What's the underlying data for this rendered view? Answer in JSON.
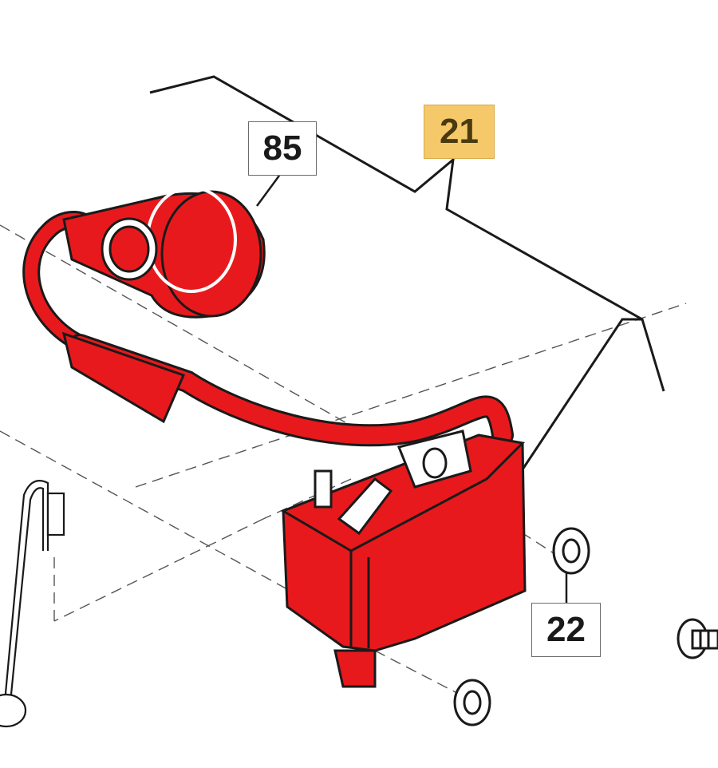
{
  "callouts": {
    "part_85": "85",
    "part_21": "21",
    "part_22": "22"
  },
  "colors": {
    "part_fill": "#e8191c",
    "highlight_fill": "#f5c96a",
    "outline": "#1a1a1a"
  },
  "icons": [
    "spark-plug-boot",
    "ignition-coil",
    "washer",
    "screw",
    "wire-harness"
  ]
}
